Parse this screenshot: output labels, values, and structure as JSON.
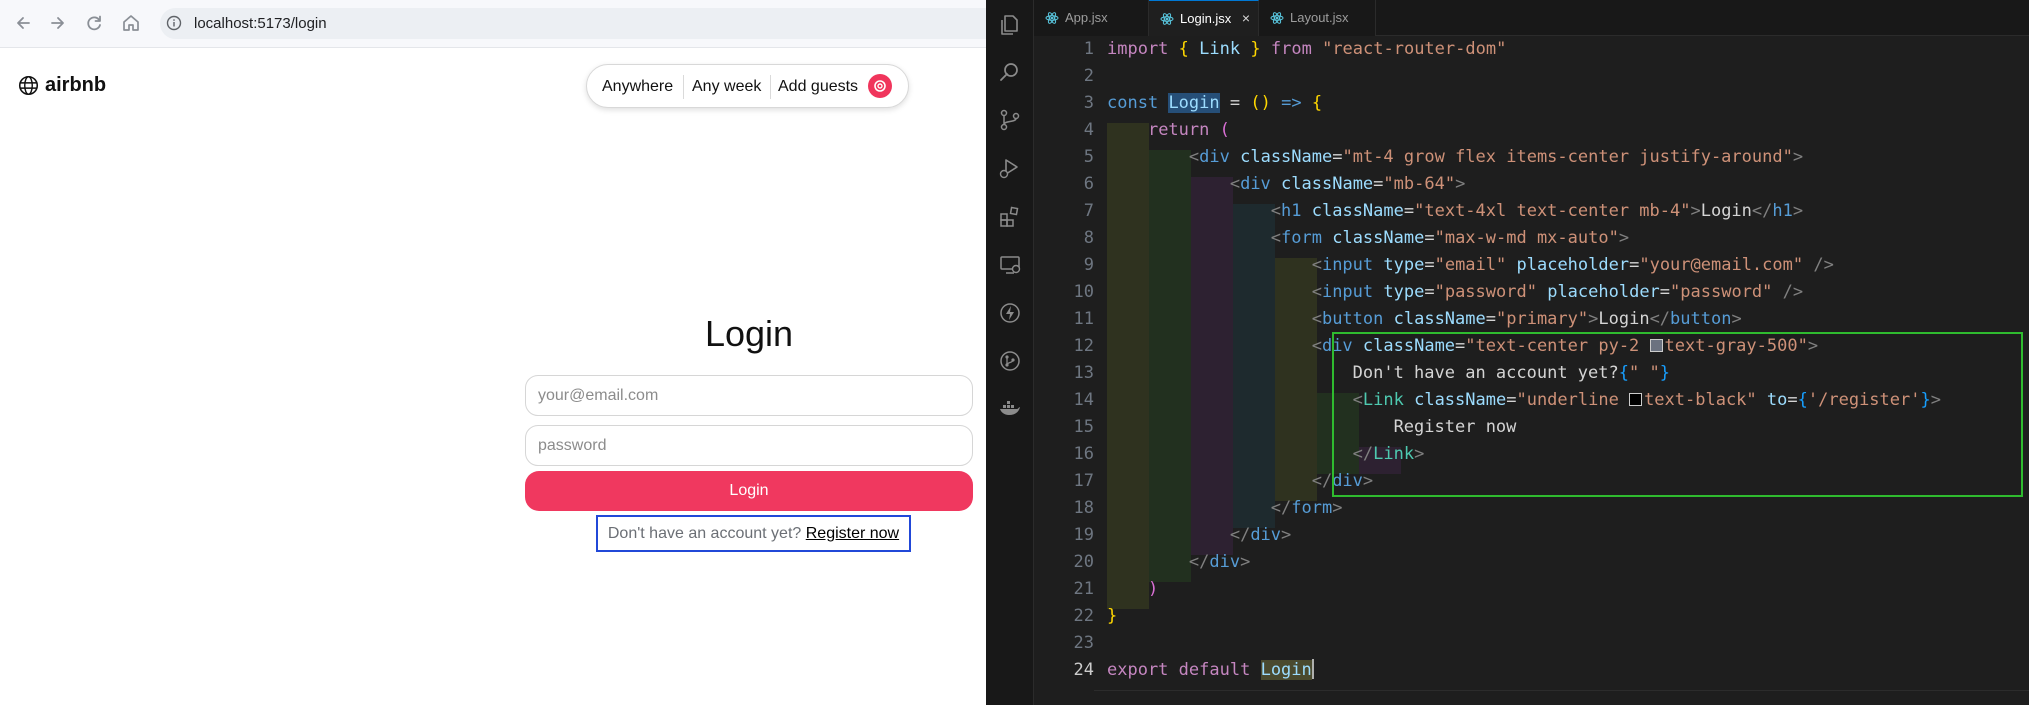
{
  "browser": {
    "url": "localhost:5173/login",
    "logo_text": "airbnb",
    "search": {
      "anywhere": "Anywhere",
      "any_week": "Any week",
      "add_guests": "Add guests"
    },
    "login": {
      "title": "Login",
      "email_placeholder": "your@email.com",
      "password_placeholder": "password",
      "button_label": "Login",
      "register_prompt": "Don't have an account yet?",
      "register_link": "Register now"
    },
    "colors": {
      "accent": "#f0385f",
      "highlight_box": "#2148d8"
    }
  },
  "editor": {
    "tabs": [
      {
        "label": "App.jsx",
        "active": false
      },
      {
        "label": "Login.jsx",
        "active": true
      },
      {
        "label": "Layout.jsx",
        "active": false
      }
    ],
    "tab_close_glyph": "×",
    "current_line": 24,
    "activity_icons": [
      "explorer-icon",
      "search-icon",
      "source-control-icon",
      "run-debug-icon",
      "extensions-icon",
      "remote-explorer-icon",
      "lightning-icon",
      "git-graph-icon",
      "docker-icon"
    ],
    "code_lines": [
      "import { Link } from \"react-router-dom\"",
      "",
      "const Login = () => {",
      "    return (",
      "        <div className=\"mt-4 grow flex items-center justify-around\">",
      "            <div className=\"mb-64\">",
      "                <h1 className=\"text-4xl text-center mb-4\">Login</h1>",
      "                <form className=\"max-w-md mx-auto\">",
      "                    <input type=\"email\" placeholder=\"your@email.com\" />",
      "                    <input type=\"password\" placeholder=\"password\" />",
      "                    <button className=\"primary\">Login</button>",
      "                    <div className=\"text-center py-2 text-gray-500\">",
      "                        Don't have an account yet?{\" \"}",
      "                        <Link className=\"underline text-black\" to={'/register'}>",
      "                            Register now",
      "                        </Link>",
      "                    </div>",
      "                </form>",
      "            </div>",
      "        </div>",
      "    )",
      "}",
      "",
      "export default Login"
    ],
    "colors": {
      "green_box": "#2fbb2f",
      "swatch_gray_500": "#6b7280",
      "swatch_black": "#000000"
    }
  }
}
